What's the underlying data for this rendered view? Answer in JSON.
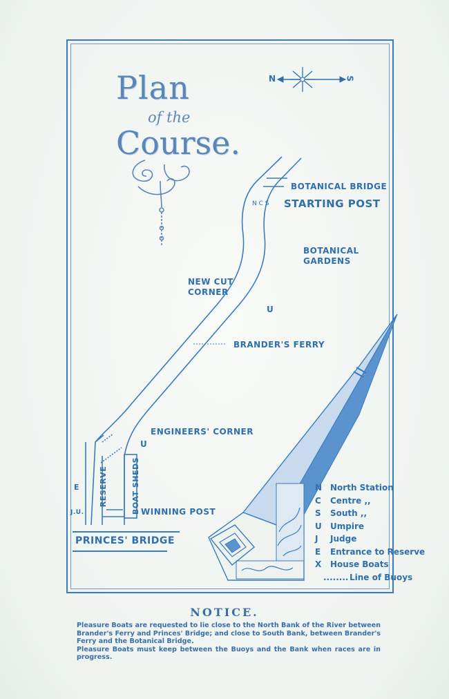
{
  "title": {
    "line1": "Plan",
    "line2": "of the",
    "line3": "Course."
  },
  "compass": {
    "north": "N",
    "south": "S"
  },
  "labels": {
    "botanical_bridge": "BOTANICAL BRIDGE",
    "ncs": "N C S",
    "starting_post": "STARTING POST",
    "botanical_gardens_1": "BOTANICAL",
    "botanical_gardens_2": "GARDENS",
    "new_cut_corner_1": "NEW CUT",
    "new_cut_corner_2": "CORNER",
    "umpire_u1": "U",
    "branders_ferry": "BRANDER'S FERRY",
    "engineers_corner": "ENGINEERS' CORNER",
    "umpire_u2": "U",
    "e_marker": "E",
    "ju_marker": "J.U.",
    "reserve": "RESERVE",
    "boat_sheds": "BOAT SHEDS",
    "winning_post": "WINNING POST",
    "princes_bridge": "PRINCES' BRIDGE"
  },
  "legend": [
    {
      "key": "N",
      "text": "North Station"
    },
    {
      "key": "C",
      "text": "Centre   ,,"
    },
    {
      "key": "S",
      "text": "South     ,,"
    },
    {
      "key": "U",
      "text": "Umpire"
    },
    {
      "key": "J",
      "text": "Judge"
    },
    {
      "key": "E",
      "text": "Entrance to Reserve"
    },
    {
      "key": "X",
      "text": "House Boats"
    },
    {
      "key": "........",
      "text": "Line of Buoys"
    }
  ],
  "notice": {
    "heading": "NOTICE.",
    "para1": "Pleasure Boats are requested to lie close to the North Bank of the River between Brander's Ferry and Princes' Bridge; and close to South Bank, between Brander's Ferry and the Botanical Bridge.",
    "para2": "Pleasure Boats must keep between the Buoys and the Bank when races are in progress."
  },
  "colors": {
    "ink": "#2f6fae",
    "light_ink": "#5a86b8",
    "paper": "#f4f7f4"
  }
}
